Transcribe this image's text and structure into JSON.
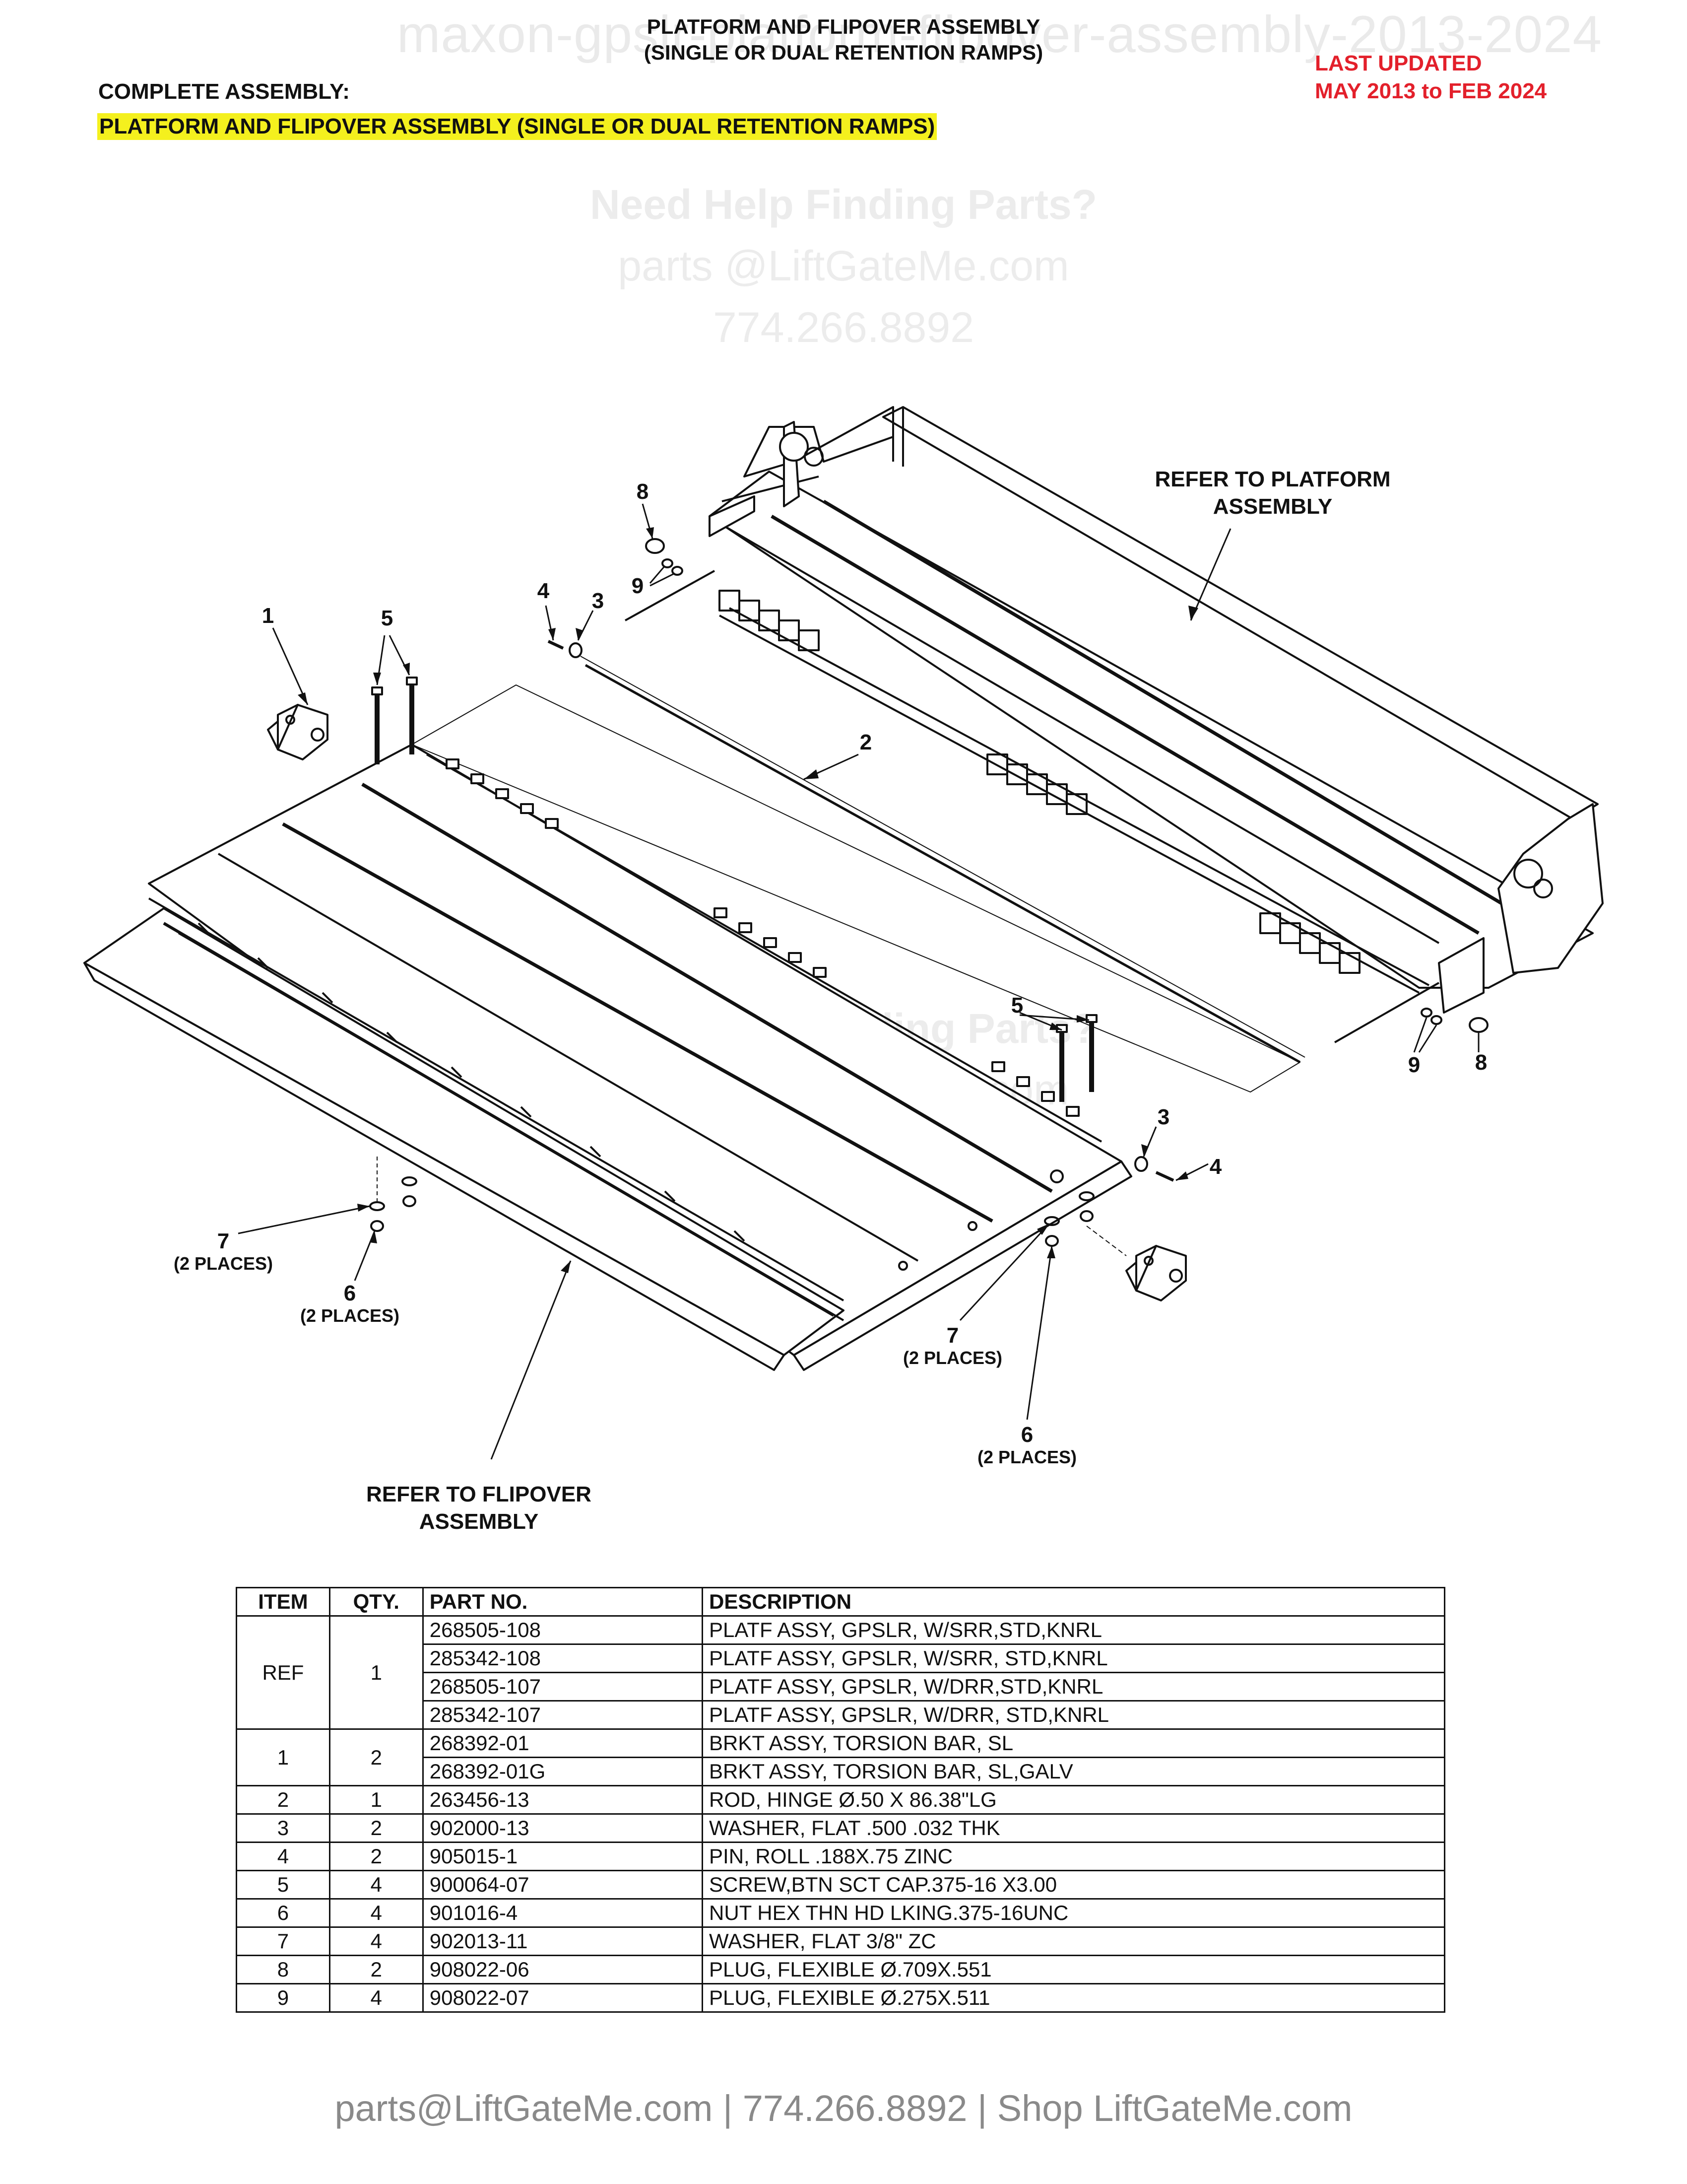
{
  "header": {
    "watermark_top": "maxon-gpslr-platform-flipover-assembly-2013-2024",
    "title_line1": "PLATFORM AND FLIPOVER ASSEMBLY",
    "title_line2": "(SINGLE OR DUAL RETENTION RAMPS)",
    "last_updated_line1": "LAST UPDATED",
    "last_updated_line2": "MAY 2013 to FEB 2024",
    "complete_assembly_label": "COMPLETE ASSEMBLY:",
    "complete_assembly_name": "PLATFORM AND FLIPOVER ASSEMBLY (SINGLE OR DUAL RETENTION RAMPS)",
    "highlight_color": "#f4f01e",
    "accent_color": "#e3202b"
  },
  "watermark": {
    "line1": "Need Help Finding Parts?",
    "line2": "parts @LiftGateMe.com",
    "line3": "774.266.8892"
  },
  "diagram": {
    "refer_platform_1": "REFER TO PLATFORM",
    "refer_platform_2": "ASSEMBLY",
    "refer_flipover_1": "REFER TO FLIPOVER",
    "refer_flipover_2": "ASSEMBLY",
    "callouts": {
      "c1": "1",
      "c2": "2",
      "c3": "3",
      "c4": "4",
      "c5": "5",
      "c6": "6",
      "c7": "7",
      "c8": "8",
      "c9": "9"
    },
    "two_places": "(2 PLACES)"
  },
  "parts_table": {
    "headers": [
      "ITEM",
      "QTY.",
      "PART NO.",
      "DESCRIPTION"
    ],
    "groups": [
      {
        "item": "REF",
        "qty": "1",
        "rows": [
          {
            "part": "268505-108",
            "desc": "PLATF ASSY, GPSLR, W/SRR,STD,KNRL"
          },
          {
            "part": "285342-108",
            "desc": "PLATF ASSY, GPSLR, W/SRR, STD,KNRL"
          },
          {
            "part": "268505-107",
            "desc": "PLATF ASSY, GPSLR, W/DRR,STD,KNRL"
          },
          {
            "part": "285342-107",
            "desc": "PLATF ASSY, GPSLR, W/DRR, STD,KNRL"
          }
        ]
      },
      {
        "item": "1",
        "qty": "2",
        "rows": [
          {
            "part": "268392-01",
            "desc": "BRKT ASSY, TORSION BAR, SL"
          },
          {
            "part": "268392-01G",
            "desc": "BRKT ASSY, TORSION BAR, SL,GALV"
          }
        ]
      },
      {
        "item": "2",
        "qty": "1",
        "rows": [
          {
            "part": "263456-13",
            "desc": "ROD, HINGE Ø.50 X 86.38\"LG"
          }
        ]
      },
      {
        "item": "3",
        "qty": "2",
        "rows": [
          {
            "part": "902000-13",
            "desc": "WASHER, FLAT .500 .032 THK"
          }
        ]
      },
      {
        "item": "4",
        "qty": "2",
        "rows": [
          {
            "part": "905015-1",
            "desc": "PIN, ROLL .188X.75 ZINC"
          }
        ]
      },
      {
        "item": "5",
        "qty": "4",
        "rows": [
          {
            "part": "900064-07",
            "desc": "SCREW,BTN SCT CAP.375-16 X3.00"
          }
        ]
      },
      {
        "item": "6",
        "qty": "4",
        "rows": [
          {
            "part": "901016-4",
            "desc": "NUT HEX THN HD LKING.375-16UNC"
          }
        ]
      },
      {
        "item": "7",
        "qty": "4",
        "rows": [
          {
            "part": "902013-11",
            "desc": "WASHER, FLAT 3/8\" ZC"
          }
        ]
      },
      {
        "item": "8",
        "qty": "2",
        "rows": [
          {
            "part": "908022-06",
            "desc": "PLUG, FLEXIBLE Ø.709X.551"
          }
        ]
      },
      {
        "item": "9",
        "qty": "4",
        "rows": [
          {
            "part": "908022-07",
            "desc": "PLUG, FLEXIBLE Ø.275X.511"
          }
        ]
      }
    ]
  },
  "footer": {
    "text": "parts@LiftGateMe.com | 774.266.8892 | Shop LiftGateMe.com"
  }
}
